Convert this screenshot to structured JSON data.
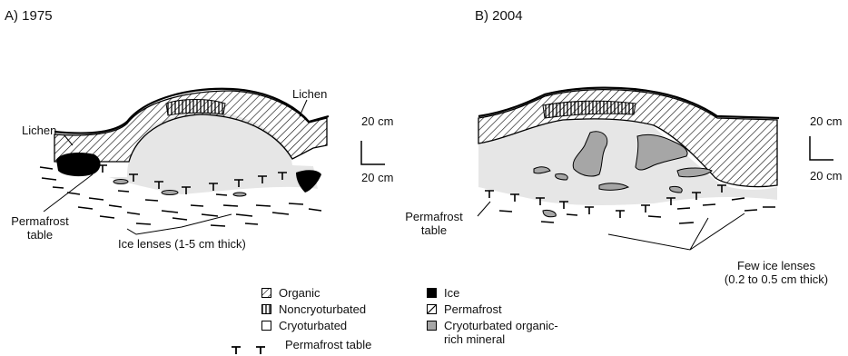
{
  "panel_a": {
    "title": "A) 1975",
    "labels": {
      "lichen_left": "Lichen",
      "lichen_right": "Lichen",
      "permafrost_table_line1": "Permafrost",
      "permafrost_table_line2": "table",
      "ice_lenses": "Ice lenses (1-5 cm thick)"
    },
    "scale": {
      "vertical": "20 cm",
      "horizontal": "20 cm"
    }
  },
  "panel_b": {
    "title": "B) 2004",
    "labels": {
      "permafrost_table_line1": "Permafrost",
      "permafrost_table_line2": "table",
      "few_ice_lenses_line1": "Few ice lenses",
      "few_ice_lenses_line2": "(0.2 to 0.5 cm thick)"
    },
    "scale": {
      "vertical": "20 cm",
      "horizontal": "20 cm"
    }
  },
  "legend": {
    "left": [
      {
        "label": "Organic",
        "pattern": "diagonal-hatch"
      },
      {
        "label": "Noncryoturbated",
        "pattern": "vertical-hatch"
      },
      {
        "label": "Cryoturbated",
        "pattern": "blank"
      },
      {
        "label": "Permafrost table",
        "pattern": "t-symbols"
      }
    ],
    "right": [
      {
        "label": "Ice",
        "pattern": "solid-black"
      },
      {
        "label": "Permafrost",
        "pattern": "single-diagonal"
      },
      {
        "label_line1": "Cryoturbated organic-",
        "label_line2": "rich mineral",
        "pattern": "gray-fill"
      }
    ]
  },
  "colors": {
    "line": "#000000",
    "cryoturbated_fill": "#e6e6e6",
    "organic_rich_fill": "#a6a6a6",
    "ice_fill": "#000000",
    "background": "#ffffff"
  }
}
